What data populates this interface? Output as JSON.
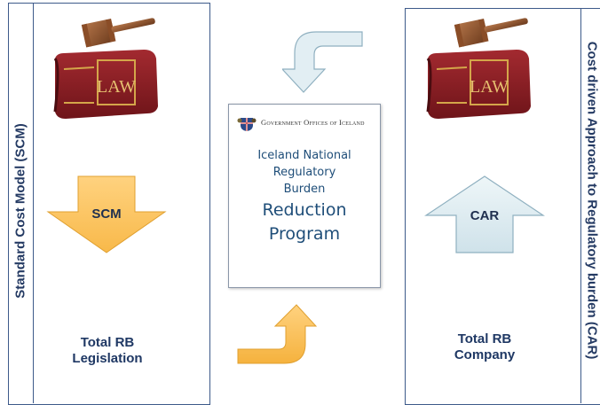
{
  "left_panel": {
    "vertical_label": "Standard Cost Model (SCM)",
    "arrow_label": "SCM",
    "caption_line1": "Total RB",
    "caption_line2": "Legislation",
    "book_label": "LAW"
  },
  "right_panel": {
    "vertical_label": "Cost driven Approach to Regulatory burden (CAR)",
    "arrow_label": "CAR",
    "caption_line1": "Total RB",
    "caption_line2": "Company",
    "book_label": "LAW"
  },
  "center_document": {
    "header": "Government Offices of Iceland",
    "line1": "Iceland National",
    "line2": "Regulatory",
    "line3": "Burden",
    "line4": "Reduction",
    "line5": "Program"
  },
  "colors": {
    "panel_border": "#3d5a8a",
    "scm_arrow": "#ffc966",
    "car_arrow": "#dcebf0",
    "book_cover": "#8b1e24",
    "text_dark": "#1f3864"
  }
}
